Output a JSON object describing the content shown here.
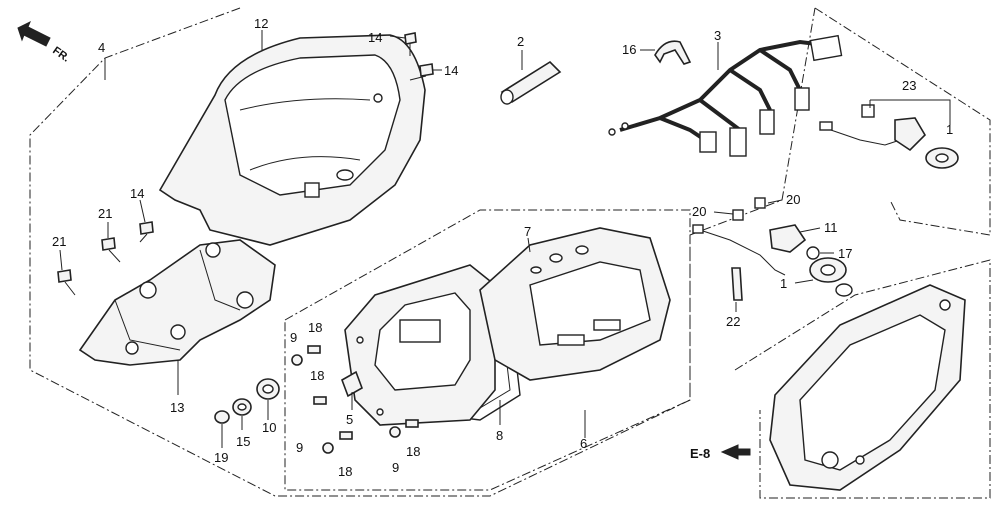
{
  "direction_label": "FR.",
  "reference_label": "E-8",
  "callouts": {
    "c1a": "1",
    "c1b": "1",
    "c2": "2",
    "c3": "3",
    "c4": "4",
    "c5": "5",
    "c6": "6",
    "c7": "7",
    "c8": "8",
    "c9a": "9",
    "c9b": "9",
    "c9c": "9",
    "c10": "10",
    "c11": "11",
    "c12": "12",
    "c13": "13",
    "c14a": "14",
    "c14b": "14",
    "c14c": "14",
    "c15": "15",
    "c16": "16",
    "c17": "17",
    "c18a": "18",
    "c18b": "18",
    "c18c": "18",
    "c18d": "18",
    "c19": "19",
    "c20a": "20",
    "c20b": "20",
    "c21a": "21",
    "c21b": "21",
    "c22": "22",
    "c23": "23"
  },
  "colors": {
    "ink": "#222222",
    "background": "#ffffff",
    "part_fill": "#f4f4f4"
  }
}
